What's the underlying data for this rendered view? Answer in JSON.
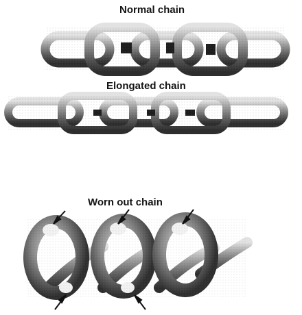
{
  "labels": {
    "normal": "Normal chain",
    "elongated": "Elongated chain",
    "worn": "Worn out chain"
  },
  "colors": {
    "metal_dark": "#3a3a3a",
    "metal_mid": "#8a8a8a",
    "metal_light": "#d9d9d9",
    "worn_spot": "#f0f0f0",
    "arrow": "#111111"
  }
}
